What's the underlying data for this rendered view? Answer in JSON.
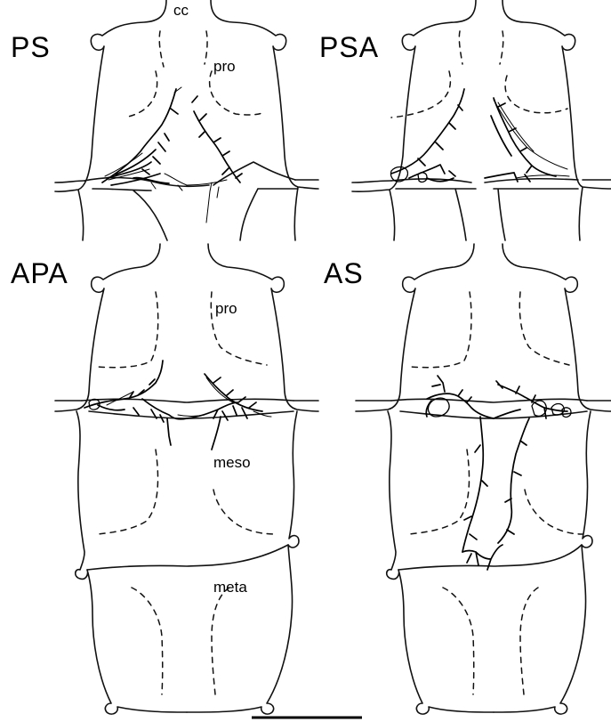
{
  "figure": {
    "panels": [
      {
        "id": "PS",
        "label": "PS"
      },
      {
        "id": "PSA",
        "label": "PSA"
      },
      {
        "id": "APA",
        "label": "APA"
      },
      {
        "id": "AS",
        "label": "AS"
      }
    ],
    "region_labels": {
      "cc": "cc",
      "pro_top": "pro",
      "pro_bottom": "pro",
      "meso": "meso",
      "meta": "meta"
    },
    "scale_bar": "scale-bar"
  }
}
